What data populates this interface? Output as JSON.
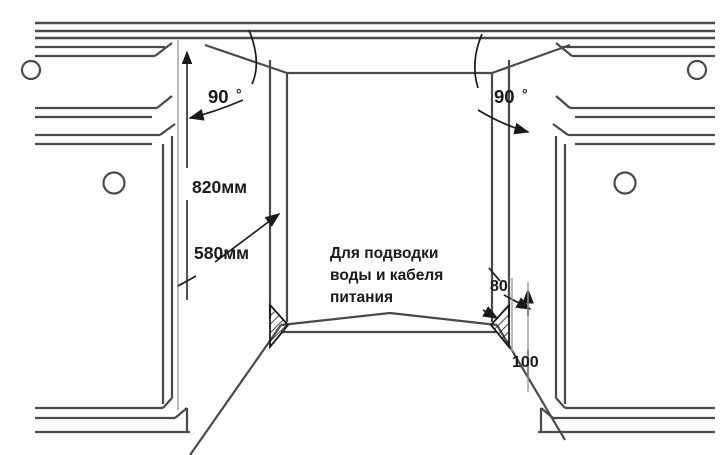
{
  "diagram": {
    "title": "Niche installation dimensions for built-in dishwasher",
    "type": "technical-line-drawing",
    "stroke_color": "#3a3a3a",
    "text_color": "#1a1a1a",
    "background_color": "#ffffff",
    "labels": {
      "height_820": "820мм",
      "depth_580": "580мм",
      "angle_left": "90",
      "angle_left_degree": "°",
      "angle_right": "90",
      "angle_right_degree": "°",
      "gap_80": "80",
      "gap_100": "100"
    },
    "note": {
      "line1": "Для подводки",
      "line2": "воды и кабеля",
      "line3": "питания"
    }
  },
  "chart_data": {
    "type": "table",
    "title": "Niche installation dimensions",
    "categories": [
      "820мм",
      "580мм",
      "90",
      "90",
      "80",
      "100"
    ],
    "values": [
      820,
      580,
      90,
      90,
      80,
      100
    ],
    "annotations": [
      "Для подводки воды и кабеля питания"
    ]
  }
}
